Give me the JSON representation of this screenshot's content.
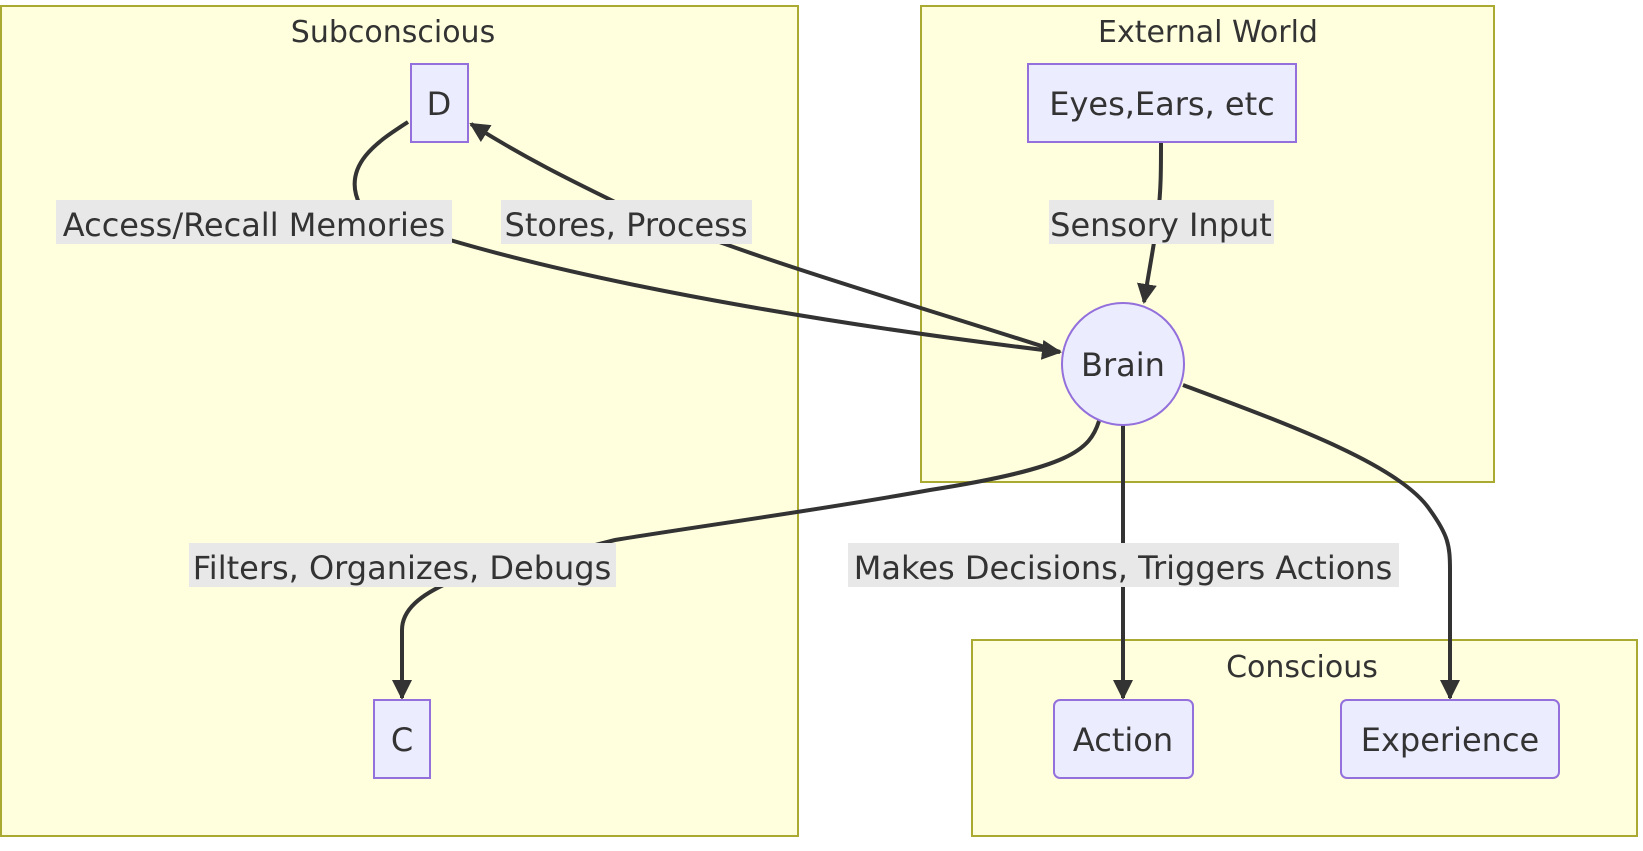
{
  "clusters": {
    "subconscious": "Subconscious",
    "external_world": "External World",
    "conscious": "Conscious"
  },
  "nodes": {
    "d": "D",
    "c": "C",
    "eyes_ears": "Eyes,Ears, etc",
    "brain": "Brain",
    "action": "Action",
    "experience": "Experience"
  },
  "edges": {
    "sensory_input": "Sensory Input",
    "access_recall": "Access/Recall Memories",
    "stores_process": "Stores, Process",
    "filters": "Filters, Organizes, Debugs",
    "decisions": "Makes Decisions, Triggers Actions"
  },
  "colors": {
    "cluster_fill": "#ffffde",
    "cluster_stroke": "#aaaa33",
    "node_fill": "#ececff",
    "node_stroke": "#9370db",
    "edge": "#333333",
    "edge_label_bg": "#e8e8e8"
  }
}
